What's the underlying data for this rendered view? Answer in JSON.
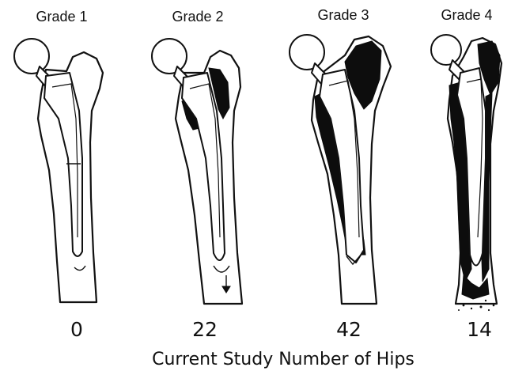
{
  "panels": [
    {
      "title": "Grade 1",
      "count": "0"
    },
    {
      "title": "Grade 2",
      "count": "22"
    },
    {
      "title": "Grade 3",
      "count": "42"
    },
    {
      "title": "Grade 4",
      "count": "14"
    }
  ],
  "footer": "Current Study Number of Hips"
}
